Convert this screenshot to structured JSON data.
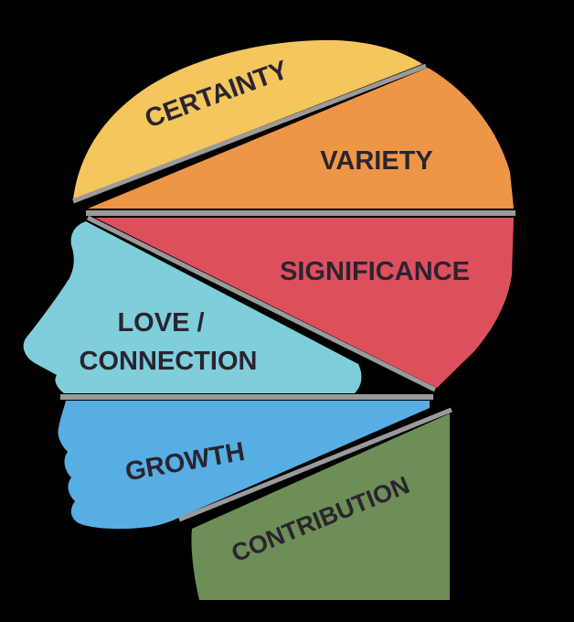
{
  "segments": {
    "certainty": {
      "label": "CERTAINTY",
      "color": "#F3C65E"
    },
    "variety": {
      "label": "VARIETY",
      "color": "#EE9648"
    },
    "significance": {
      "label": "SIGNIFICANCE",
      "color": "#DE4F5E"
    },
    "love_connection": {
      "label_line1": "LOVE /",
      "label_line2": "CONNECTION",
      "color": "#7FCEDB"
    },
    "growth": {
      "label": "GROWTH",
      "color": "#57AEE2"
    },
    "contribution": {
      "label": "CONTRIBUTION",
      "color": "#6E8E57"
    }
  },
  "background_color": "#000000",
  "divider_color": "#9A9A9A"
}
